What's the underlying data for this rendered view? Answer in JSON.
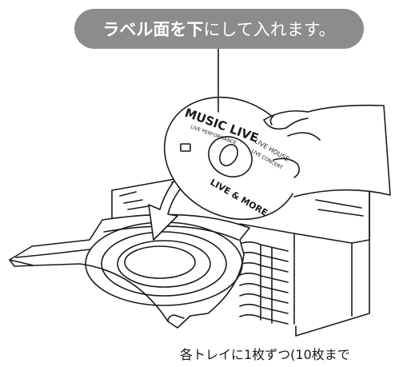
{
  "callout": {
    "part1_bold": "ラベル面",
    "part2": "を",
    "part3_bold": "下",
    "part4": "にして入れます。"
  },
  "disc_label": {
    "title": "MUSIC LIVE",
    "subtitle": "LIVE PERFORMANCE",
    "side_text_1": "LIVE HOUSE",
    "side_text_2": "LIVE CONCERT",
    "bottom_text": "LIVE & MORE"
  },
  "caption": "各トレイに1枚ずつ(10枚まで",
  "colors": {
    "callout_bg": "#8c8c8c",
    "callout_text": "#ffffff",
    "line": "#1a1a1a"
  }
}
